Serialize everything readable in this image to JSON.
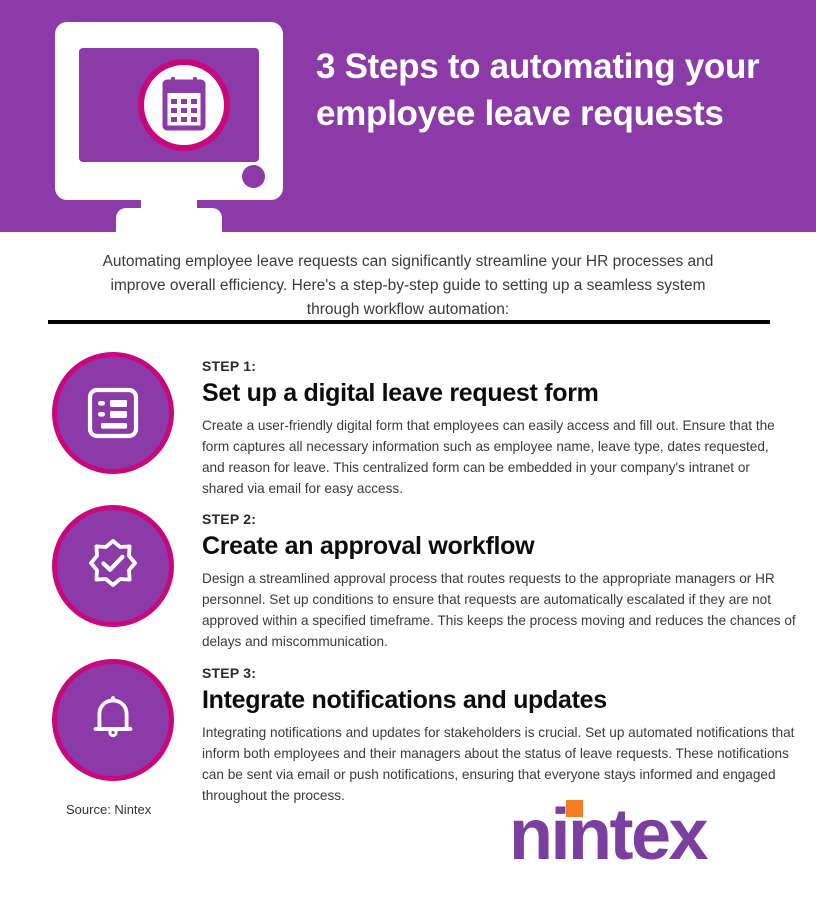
{
  "header": {
    "title": "3 Steps to automating your employee leave requests",
    "bg_color": "#8B3AA8",
    "hero_icon": "monitor-calendar-icon"
  },
  "intro": {
    "text": "Automating employee leave requests can significantly streamline your HR processes and improve overall efficiency. Here's a step-by-step guide to setting up a seamless system through workflow automation:"
  },
  "steps": [
    {
      "label": "STEP 1:",
      "heading": "Set up a digital leave request form",
      "body": "Create a user-friendly digital form that employees can easily access and fill out. Ensure that the form captures all necessary information such as employee name, leave type, dates requested, and reason for leave. This centralized form can be embedded in your company's intranet or shared via email for easy access.",
      "icon": "form-document-icon"
    },
    {
      "label": "STEP 2:",
      "heading": "Create an approval workflow",
      "body": "Design a streamlined approval process that routes requests to the appropriate managers or HR personnel. Set up conditions to ensure that requests are automatically escalated if they are not approved within a specified timeframe. This keeps the process moving and reduces the chances of delays and miscommunication.",
      "icon": "badge-check-icon"
    },
    {
      "label": "STEP 3:",
      "heading": "Integrate notifications and updates",
      "body": "Integrating notifications and updates for stakeholders is crucial. Set up automated notifications that inform both employees and their managers about the status of leave requests. These notifications can be sent via email or push notifications, ensuring that everyone stays informed and engaged throughout the process.",
      "icon": "bell-icon"
    }
  ],
  "footer": {
    "source": "Source: Nintex",
    "logo_text": "nintex",
    "logo_color": "#7B3FA0",
    "logo_dot_color": "#F57C1F"
  },
  "colors": {
    "purple": "#8B3AA8",
    "magenta": "#C9077C",
    "white": "#FFFFFF",
    "black": "#000000",
    "body_text": "#3A3A3A"
  }
}
